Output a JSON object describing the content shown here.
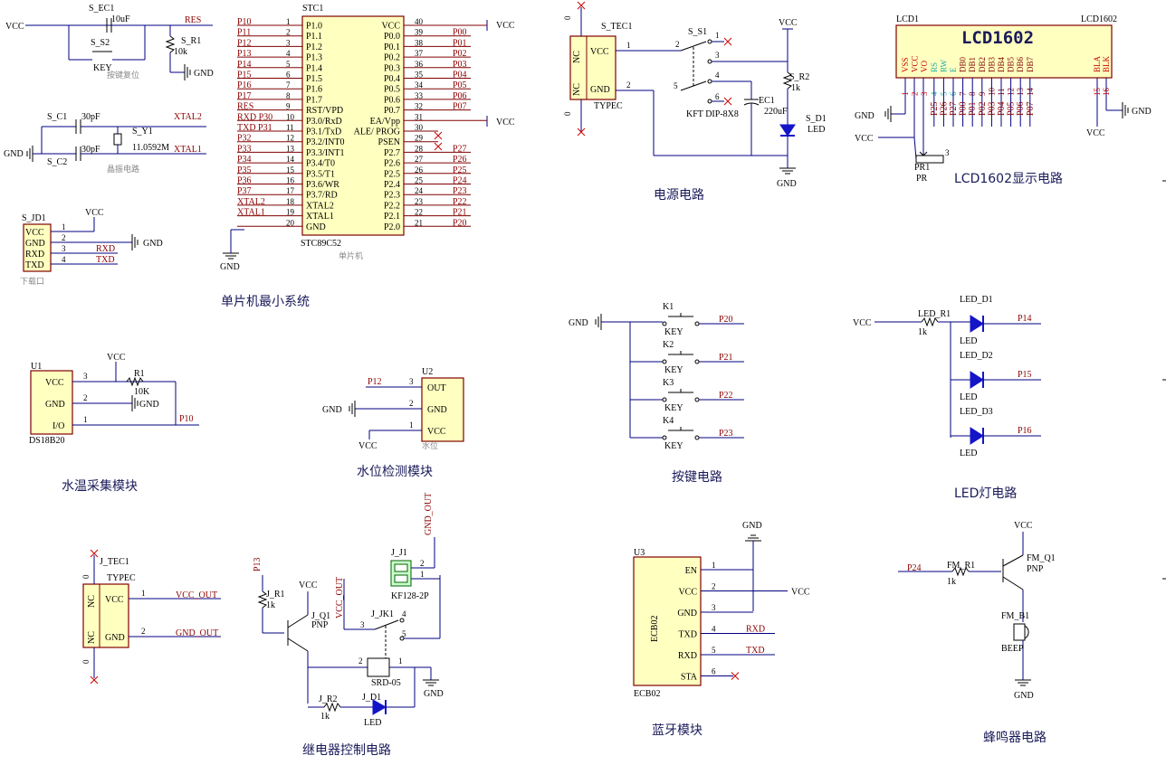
{
  "captions": {
    "mcu": "单片机最小系统",
    "power": "电源电路",
    "lcd": "LCD1602显示电路",
    "temp": "水温采集模块",
    "level": "水位检测模块",
    "keys": "按键电路",
    "led": "LED灯电路",
    "relay": "继电器控制电路",
    "bt": "蓝牙模块",
    "buzzer": "蜂鸣器电路"
  },
  "small_captions": {
    "reset": "按键复位",
    "crystal": "晶振电路",
    "download": "下载口",
    "mcu": "单片机",
    "level": "水位"
  },
  "reset": {
    "cap_ref": "S_EC1",
    "cap_val": "10uF",
    "key_ref": "S_S2",
    "key_val": "KEY",
    "r_ref": "S_R1",
    "r_val": "10k",
    "vcc": "VCC",
    "gnd": "GND",
    "net": "RES"
  },
  "crystal": {
    "c1_ref": "S_C1",
    "c1_val": "30pF",
    "c2_ref": "S_C2",
    "c2_val": "30pF",
    "y_ref": "S_Y1",
    "y_val": "11.0592M",
    "net1": "XTAL2",
    "net2": "XTAL1",
    "gnd": "GND"
  },
  "download": {
    "ref": "S_JD1",
    "pins": [
      "VCC",
      "GND",
      "RXD",
      "TXD"
    ],
    "nums": [
      "1",
      "2",
      "3",
      "4"
    ],
    "vcc": "VCC",
    "gnd": "GND",
    "rxd": "RXD",
    "txd": "TXD"
  },
  "mcu": {
    "ref": "STC1",
    "value": "STC89C52",
    "left": [
      {
        "net": "P10",
        "name": "P1.0",
        "num": "1"
      },
      {
        "net": "P11",
        "name": "P1.1",
        "num": "2"
      },
      {
        "net": "P12",
        "name": "P1.2",
        "num": "3"
      },
      {
        "net": "P13",
        "name": "P1.3",
        "num": "4"
      },
      {
        "net": "P14",
        "name": "P1.4",
        "num": "5"
      },
      {
        "net": "P15",
        "name": "P1.5",
        "num": "6"
      },
      {
        "net": "P16",
        "name": "P1.6",
        "num": "7"
      },
      {
        "net": "P17",
        "name": "P1.7",
        "num": "8"
      },
      {
        "net": "RES",
        "name": "RST/VPD",
        "num": "9"
      },
      {
        "net": "RXD P30",
        "name": "P3.0/RxD",
        "num": "10"
      },
      {
        "net": "TXD P31",
        "name": "P3.1/TxD",
        "num": "11"
      },
      {
        "net": "P32",
        "name": "P3.2/INT0",
        "num": "12"
      },
      {
        "net": "P33",
        "name": "P3.3/INT1",
        "num": "13"
      },
      {
        "net": "P34",
        "name": "P3.4/T0",
        "num": "14"
      },
      {
        "net": "P35",
        "name": "P3.5/T1",
        "num": "15"
      },
      {
        "net": "P36",
        "name": "P3.6/WR",
        "num": "16"
      },
      {
        "net": "P37",
        "name": "P3.7/RD",
        "num": "17"
      },
      {
        "net": "XTAL2",
        "name": "XTAL2",
        "num": "18"
      },
      {
        "net": "XTAL1",
        "name": "XTAL1",
        "num": "19"
      },
      {
        "net": "",
        "name": "GND",
        "num": "20"
      }
    ],
    "right": [
      {
        "net": "",
        "name": "VCC",
        "num": "40"
      },
      {
        "net": "P00",
        "name": "P0.0",
        "num": "39"
      },
      {
        "net": "P01",
        "name": "P0.1",
        "num": "38"
      },
      {
        "net": "P02",
        "name": "P0.2",
        "num": "37"
      },
      {
        "net": "P03",
        "name": "P0.3",
        "num": "36"
      },
      {
        "net": "P04",
        "name": "P0.4",
        "num": "35"
      },
      {
        "net": "P05",
        "name": "P0.5",
        "num": "34"
      },
      {
        "net": "P06",
        "name": "P0.6",
        "num": "33"
      },
      {
        "net": "P07",
        "name": "P0.7",
        "num": "32"
      },
      {
        "net": "",
        "name": "EA/Vpp",
        "num": "31"
      },
      {
        "net": "",
        "name": "ALE/ PROG",
        "num": "30"
      },
      {
        "net": "",
        "name": "PSEN",
        "num": "29"
      },
      {
        "net": "P27",
        "name": "P2.7",
        "num": "28"
      },
      {
        "net": "P26",
        "name": "P2.6",
        "num": "27"
      },
      {
        "net": "P25",
        "name": "P2.5",
        "num": "26"
      },
      {
        "net": "P24",
        "name": "P2.4",
        "num": "25"
      },
      {
        "net": "P23",
        "name": "P2.3",
        "num": "24"
      },
      {
        "net": "P22",
        "name": "P2.2",
        "num": "23"
      },
      {
        "net": "P21",
        "name": "P2.1",
        "num": "22"
      },
      {
        "net": "P20",
        "name": "P2.0",
        "num": "21"
      }
    ],
    "vcc": "VCC",
    "gnd": "GND"
  },
  "power": {
    "j_ref": "S_TEC1",
    "j_val": "TYPEC",
    "nc": "NC",
    "vcc": "VCC",
    "gnd": "GND",
    "sw_ref": "S_S1",
    "sw_val": "KFT DIP-8X8",
    "c_ref": "EC1",
    "c_val": "220uF",
    "r_ref": "S_R2",
    "r_val": "1k",
    "d_ref": "S_D1",
    "d_val": "LED",
    "vccnet": "VCC",
    "gndnet": "GND",
    "edge0": "0",
    "p1": "1",
    "p2": "2",
    "s2": "2",
    "s1": "1",
    "s3": "3",
    "s4": "4",
    "s5": "5",
    "s6": "6"
  },
  "lcd": {
    "ref": "LCD1",
    "ref2": "LCD1602",
    "title": "LCD1602",
    "pins": [
      {
        "name": "VSS",
        "num": "1",
        "net": ""
      },
      {
        "name": "VCC",
        "num": "2",
        "net": ""
      },
      {
        "name": "VO",
        "num": "3",
        "net": ""
      },
      {
        "name": "RS",
        "num": "4",
        "net": "P25"
      },
      {
        "name": "RW",
        "num": "5",
        "net": "P26"
      },
      {
        "name": "E",
        "num": "6",
        "net": "P27"
      },
      {
        "name": "DB0",
        "num": "7",
        "net": "P00"
      },
      {
        "name": "DB1",
        "num": "8",
        "net": "P01"
      },
      {
        "name": "DB2",
        "num": "9",
        "net": "P02"
      },
      {
        "name": "DB3",
        "num": "10",
        "net": "P03"
      },
      {
        "name": "DB4",
        "num": "11",
        "net": "P04"
      },
      {
        "name": "DB5",
        "num": "12",
        "net": "P05"
      },
      {
        "name": "DB6",
        "num": "13",
        "net": "P06"
      },
      {
        "name": "DB7",
        "num": "14",
        "net": "P07"
      },
      {
        "name": "BLA",
        "num": "15",
        "net": ""
      },
      {
        "name": "BLK",
        "num": "16",
        "net": ""
      }
    ],
    "gnd": "GND",
    "gnd2": "GND",
    "vcc": "VCC",
    "vcc2": "VCC",
    "pr_ref": "PR1",
    "pr_val": "PR",
    "pr3": "3"
  },
  "temp": {
    "ref": "U1",
    "value": "DS18B20",
    "vcc": "VCC",
    "gnd": "GND",
    "io": "I/O",
    "n3": "3",
    "n2": "2",
    "n1": "1",
    "r_ref": "R1",
    "r_val": "10K",
    "vccnet": "VCC",
    "gndnet": "GND",
    "net": "P10"
  },
  "level": {
    "ref": "U2",
    "out": "OUT",
    "gnd": "GND",
    "vcc": "VCC",
    "n3": "3",
    "n2": "2",
    "n1": "1",
    "net": "P12",
    "gndnet": "GND",
    "vccnet": "VCC"
  },
  "keys": {
    "gnd": "GND",
    "items": [
      {
        "ref": "K1",
        "val": "KEY",
        "net": "P20"
      },
      {
        "ref": "K2",
        "val": "KEY",
        "net": "P21"
      },
      {
        "ref": "K3",
        "val": "KEY",
        "net": "P22"
      },
      {
        "ref": "K4",
        "val": "KEY",
        "net": "P23"
      }
    ]
  },
  "led": {
    "vcc": "VCC",
    "r_ref": "LED_R1",
    "r_val": "1k",
    "items": [
      {
        "ref": "LED_D1",
        "val": "LED",
        "net": "P14"
      },
      {
        "ref": "LED_D2",
        "val": "LED",
        "net": "P15"
      },
      {
        "ref": "LED_D3",
        "val": "LED",
        "net": "P16"
      }
    ]
  },
  "jtec": {
    "ref": "J_TEC1",
    "val": "TYPEC",
    "nc": "NC",
    "vcc": "VCC",
    "gnd": "GND",
    "net1": "VCC_OUT",
    "net2": "GND_OUT",
    "p1": "1",
    "p2": "2",
    "edge0": "0"
  },
  "relay": {
    "net_in": "P13",
    "r_ref": "J_R1",
    "r_val": "1k",
    "vcc": "VCC",
    "q_ref": "J_Q1",
    "q_val": "PNP",
    "vcc_out": "VCC_OUT",
    "gnd_out": "GND_OUT",
    "j_ref": "J_J1",
    "j_val": "KF128-2P",
    "k_ref": "J_JK1",
    "k_val": "SRD-05",
    "r2_ref": "J_R2",
    "r2_val": "1k",
    "d_ref": "J_D1",
    "d_val": "LED",
    "gnd": "GND",
    "n1": "1",
    "n2": "2",
    "n3": "3",
    "n4": "4",
    "n5": "5",
    "nk1": "1",
    "nk2": "2"
  },
  "bt": {
    "ref": "U3",
    "value": "ECB02",
    "side": "ECB02",
    "pins": [
      {
        "name": "EN",
        "num": "1",
        "net": ""
      },
      {
        "name": "VCC",
        "num": "2",
        "net": "VCC"
      },
      {
        "name": "GND",
        "num": "3",
        "net": ""
      },
      {
        "name": "TXD",
        "num": "4",
        "net": "RXD"
      },
      {
        "name": "RXD",
        "num": "5",
        "net": "TXD"
      },
      {
        "name": "STA",
        "num": "6",
        "net": ""
      }
    ],
    "gnd": "GND"
  },
  "buzzer": {
    "vcc": "VCC",
    "q_ref": "FM_Q1",
    "q_val": "PNP",
    "net": "P24",
    "r_ref": "FM_R1",
    "r_val": "1k",
    "b_ref": "FM_B1",
    "b_val": "BEEP",
    "gnd": "GND"
  }
}
